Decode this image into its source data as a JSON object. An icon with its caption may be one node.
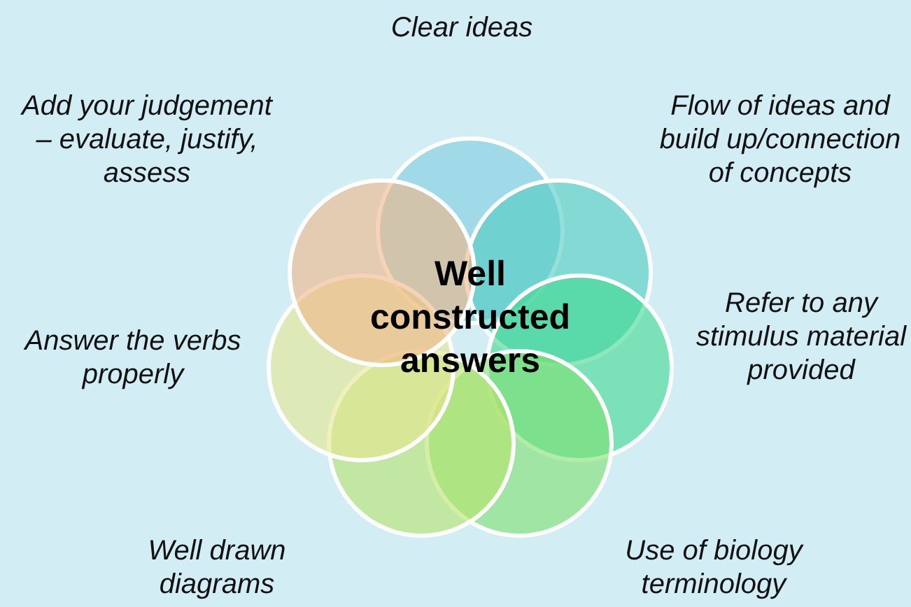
{
  "diagram": {
    "nodes": [
      {
        "text": [
          "Well constructed answers"
        ]
      },
      {
        "text": [],
        "shape": "circle"
      },
      {
        "text": [],
        "shape": "circle"
      },
      {
        "text": [],
        "shape": "circle"
      },
      {
        "text": [],
        "shape": "circle"
      },
      {
        "text": [],
        "shape": "circle"
      },
      {
        "text": [],
        "shape": "circle"
      },
      {
        "text": [],
        "shape": "circle"
      }
    ],
    "edges": [],
    "labels": [
      "Clear ideas",
      "Add your judgement – evaluate, justify, assess",
      "Flow of ideas and build up/connection of concepts",
      "Refer to any stimulus material provided",
      "Answer the verbs properly",
      "Well drawn diagrams",
      "Use of biology terminology"
    ]
  }
}
